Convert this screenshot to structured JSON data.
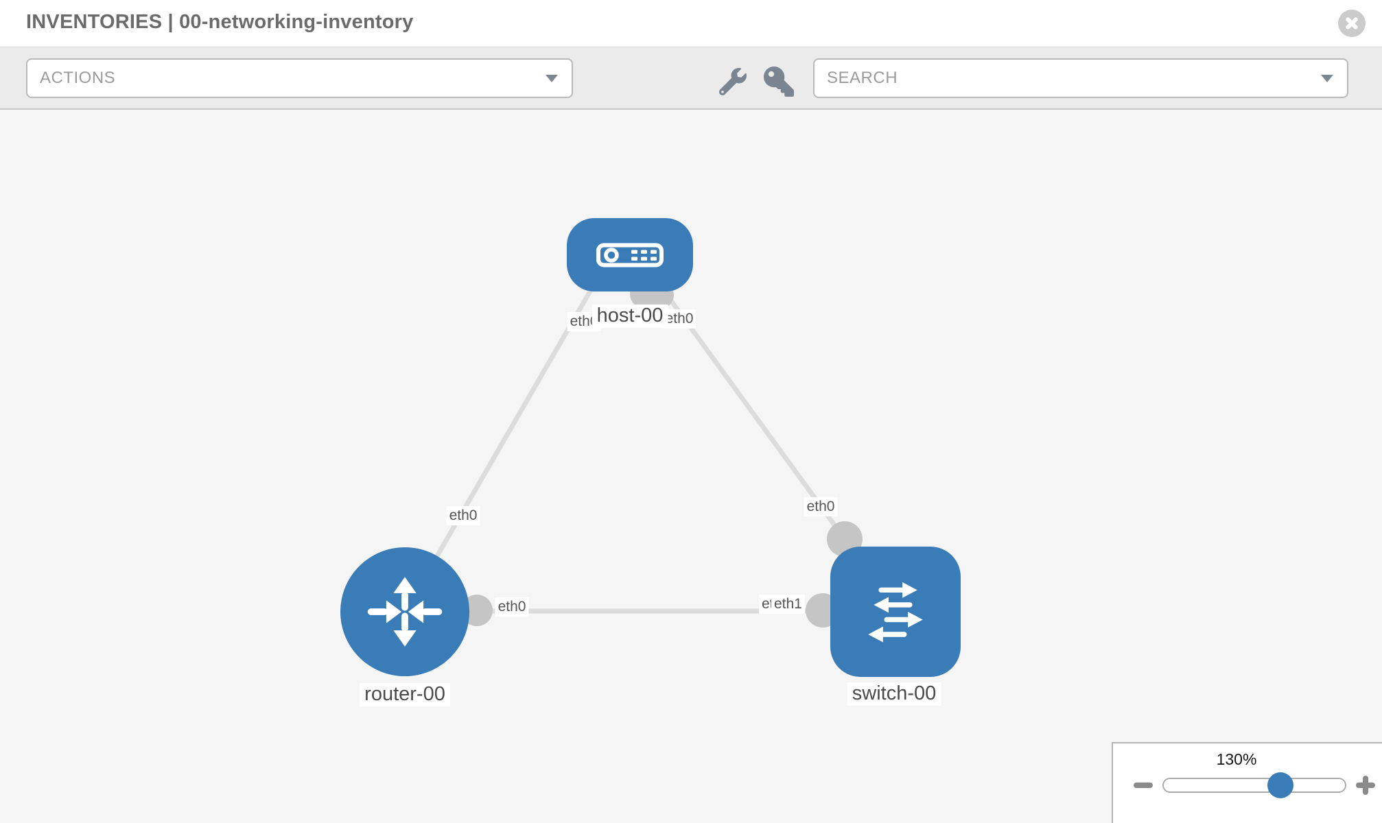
{
  "header": {
    "title": "INVENTORIES | 00-networking-inventory"
  },
  "toolbar": {
    "actions_label": "ACTIONS",
    "search_placeholder": "SEARCH",
    "icons": [
      "wrench-icon",
      "key-icon"
    ]
  },
  "topology": {
    "nodes": [
      {
        "id": "host-00",
        "type": "host",
        "label": "host-00"
      },
      {
        "id": "router-00",
        "type": "router",
        "label": "router-00"
      },
      {
        "id": "switch-00",
        "type": "switch",
        "label": "switch-00"
      }
    ],
    "links": [
      {
        "from": "host-00",
        "to": "router-00",
        "from_interface": "eth0",
        "to_interface": "eth0"
      },
      {
        "from": "host-00",
        "to": "switch-00",
        "from_interface": "eth0",
        "to_interface": "eth0"
      },
      {
        "from": "router-00",
        "to": "switch-00",
        "from_interface": "eth0",
        "to_interface": "eth1"
      }
    ],
    "labels": [
      {
        "text": "eth0"
      },
      {
        "text": "eth0"
      },
      {
        "text": "eth0"
      },
      {
        "text": "eth0"
      },
      {
        "text": "eth0"
      },
      {
        "text": "eth0"
      },
      {
        "text": "eth1"
      }
    ]
  },
  "zoom_control": {
    "value": "130%"
  },
  "colors": {
    "node_blue": "#3a7cb8",
    "edge_gray": "#dcdcdc",
    "dot_gray": "#c5c5c5",
    "toolbar_bg": "#ebebeb",
    "canvas_bg": "#f5f5f5"
  }
}
